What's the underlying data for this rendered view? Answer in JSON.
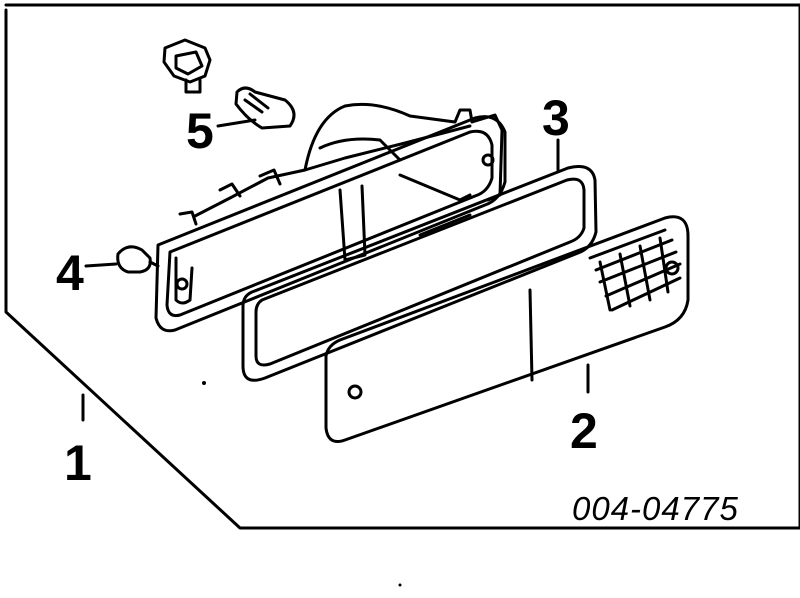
{
  "callouts": [
    {
      "id": "1",
      "label": "1"
    },
    {
      "id": "2",
      "label": "2"
    },
    {
      "id": "3",
      "label": "3"
    },
    {
      "id": "4",
      "label": "4"
    },
    {
      "id": "5",
      "label": "5"
    }
  ],
  "part_code": "004-04775",
  "colors": {
    "ink": "#000000",
    "background": "#ffffff"
  }
}
